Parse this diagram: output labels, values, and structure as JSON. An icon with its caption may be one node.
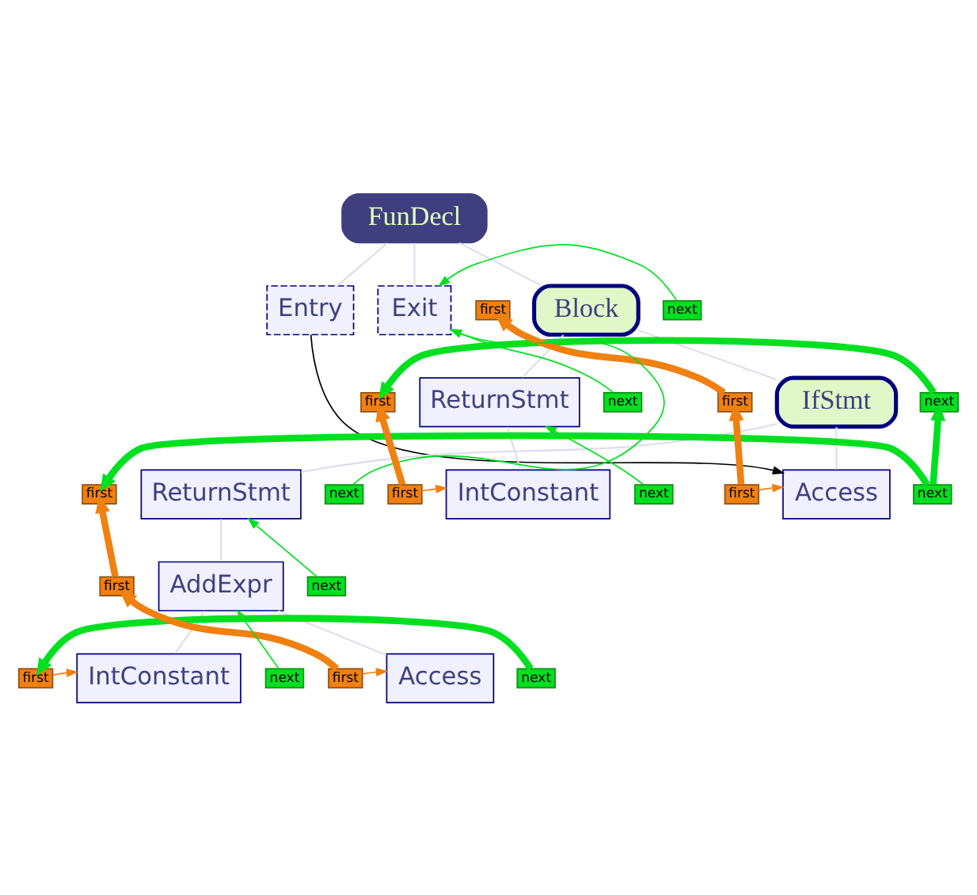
{
  "diagram": {
    "nodes": [
      {
        "text": [
          "FunDecl"
        ]
      },
      {
        "text": [
          "Entry"
        ]
      },
      {
        "text": [
          "Exit"
        ]
      },
      {
        "text": [
          "Block"
        ]
      },
      {
        "text": [
          "next"
        ]
      },
      {
        "text": [
          "first"
        ]
      },
      {
        "text": [
          "IfStmt"
        ]
      },
      {
        "text": [
          "next"
        ]
      },
      {
        "text": [
          "first"
        ]
      },
      {
        "text": [
          "ReturnStmt"
        ]
      },
      {
        "text": [
          "next"
        ]
      },
      {
        "text": [
          "first"
        ]
      },
      {
        "text": [
          "Access"
        ]
      },
      {
        "text": [
          "next"
        ]
      },
      {
        "text": [
          "first"
        ]
      },
      {
        "text": [
          "ReturnStmt"
        ]
      },
      {
        "text": [
          "next"
        ]
      },
      {
        "text": [
          "first"
        ]
      },
      {
        "text": [
          "IntConstant"
        ]
      },
      {
        "text": [
          "next"
        ]
      },
      {
        "text": [
          "first"
        ]
      },
      {
        "text": [
          "AddExpr"
        ]
      },
      {
        "text": [
          "next"
        ]
      },
      {
        "text": [
          "first"
        ]
      },
      {
        "text": [
          "Access"
        ]
      },
      {
        "text": [
          "next"
        ]
      },
      {
        "text": [
          "first"
        ]
      },
      {
        "text": [
          "IntConstant"
        ]
      },
      {
        "text": [
          "next"
        ]
      },
      {
        "text": [
          "first"
        ]
      }
    ],
    "edges": [
      {
        "from": 0,
        "to": 1,
        "arrow": "none"
      },
      {
        "from": 0,
        "to": 3,
        "arrow": "none"
      },
      {
        "from": 0,
        "to": 2,
        "arrow": "none"
      },
      {
        "from": 3,
        "to": 6,
        "arrow": "none"
      },
      {
        "from": 3,
        "to": 9,
        "arrow": "none"
      },
      {
        "from": 6,
        "to": 12,
        "arrow": "none"
      },
      {
        "from": 6,
        "to": 15,
        "arrow": "none"
      },
      {
        "from": 9,
        "to": 18,
        "arrow": "none"
      },
      {
        "from": 15,
        "to": 21,
        "arrow": "none"
      },
      {
        "from": 21,
        "to": 24,
        "arrow": "none"
      },
      {
        "from": 21,
        "to": 27,
        "arrow": "none"
      },
      {
        "from": 1,
        "to": 12,
        "arrow": "to",
        "color": "#000000"
      },
      {
        "from": 8,
        "to": 5,
        "arrow": "to",
        "style": "thick",
        "color": "#f08010"
      },
      {
        "from": 14,
        "to": 8,
        "arrow": "to",
        "style": "thick",
        "color": "#f08010"
      },
      {
        "from": 20,
        "to": 11,
        "arrow": "to",
        "style": "thick",
        "color": "#f08010"
      },
      {
        "from": 23,
        "to": 17,
        "arrow": "to",
        "style": "thick",
        "color": "#f08010"
      },
      {
        "from": 26,
        "to": 23,
        "arrow": "to",
        "style": "thick",
        "color": "#f08010"
      },
      {
        "from": 14,
        "to": 12,
        "arrow": "to",
        "color": "#f08010"
      },
      {
        "from": 20,
        "to": 18,
        "arrow": "to",
        "color": "#f08010"
      },
      {
        "from": 26,
        "to": 24,
        "arrow": "to",
        "color": "#f08010"
      },
      {
        "from": 29,
        "to": 27,
        "arrow": "to",
        "color": "#f08010"
      },
      {
        "from": 7,
        "to": 11,
        "arrow": "to",
        "style": "thick",
        "color": "#00e020"
      },
      {
        "from": 13,
        "to": 7,
        "arrow": "to",
        "style": "thick",
        "color": "#00e020"
      },
      {
        "from": 13,
        "to": 17,
        "arrow": "to",
        "style": "thick",
        "color": "#00e020"
      },
      {
        "from": 25,
        "to": 29,
        "arrow": "to",
        "style": "thick",
        "color": "#00e020"
      },
      {
        "from": 4,
        "to": 2,
        "arrow": "to",
        "color": "#00e020"
      },
      {
        "from": 16,
        "to": 2,
        "arrow": "to",
        "color": "#00e020"
      },
      {
        "from": 10,
        "to": 2,
        "arrow": "to",
        "color": "#00e020"
      },
      {
        "from": 19,
        "to": 9,
        "arrow": "to",
        "color": "#00e020"
      },
      {
        "from": 22,
        "to": 15,
        "arrow": "to",
        "color": "#00e020"
      },
      {
        "from": 28,
        "to": 21,
        "arrow": "to",
        "color": "#00e020"
      }
    ]
  }
}
